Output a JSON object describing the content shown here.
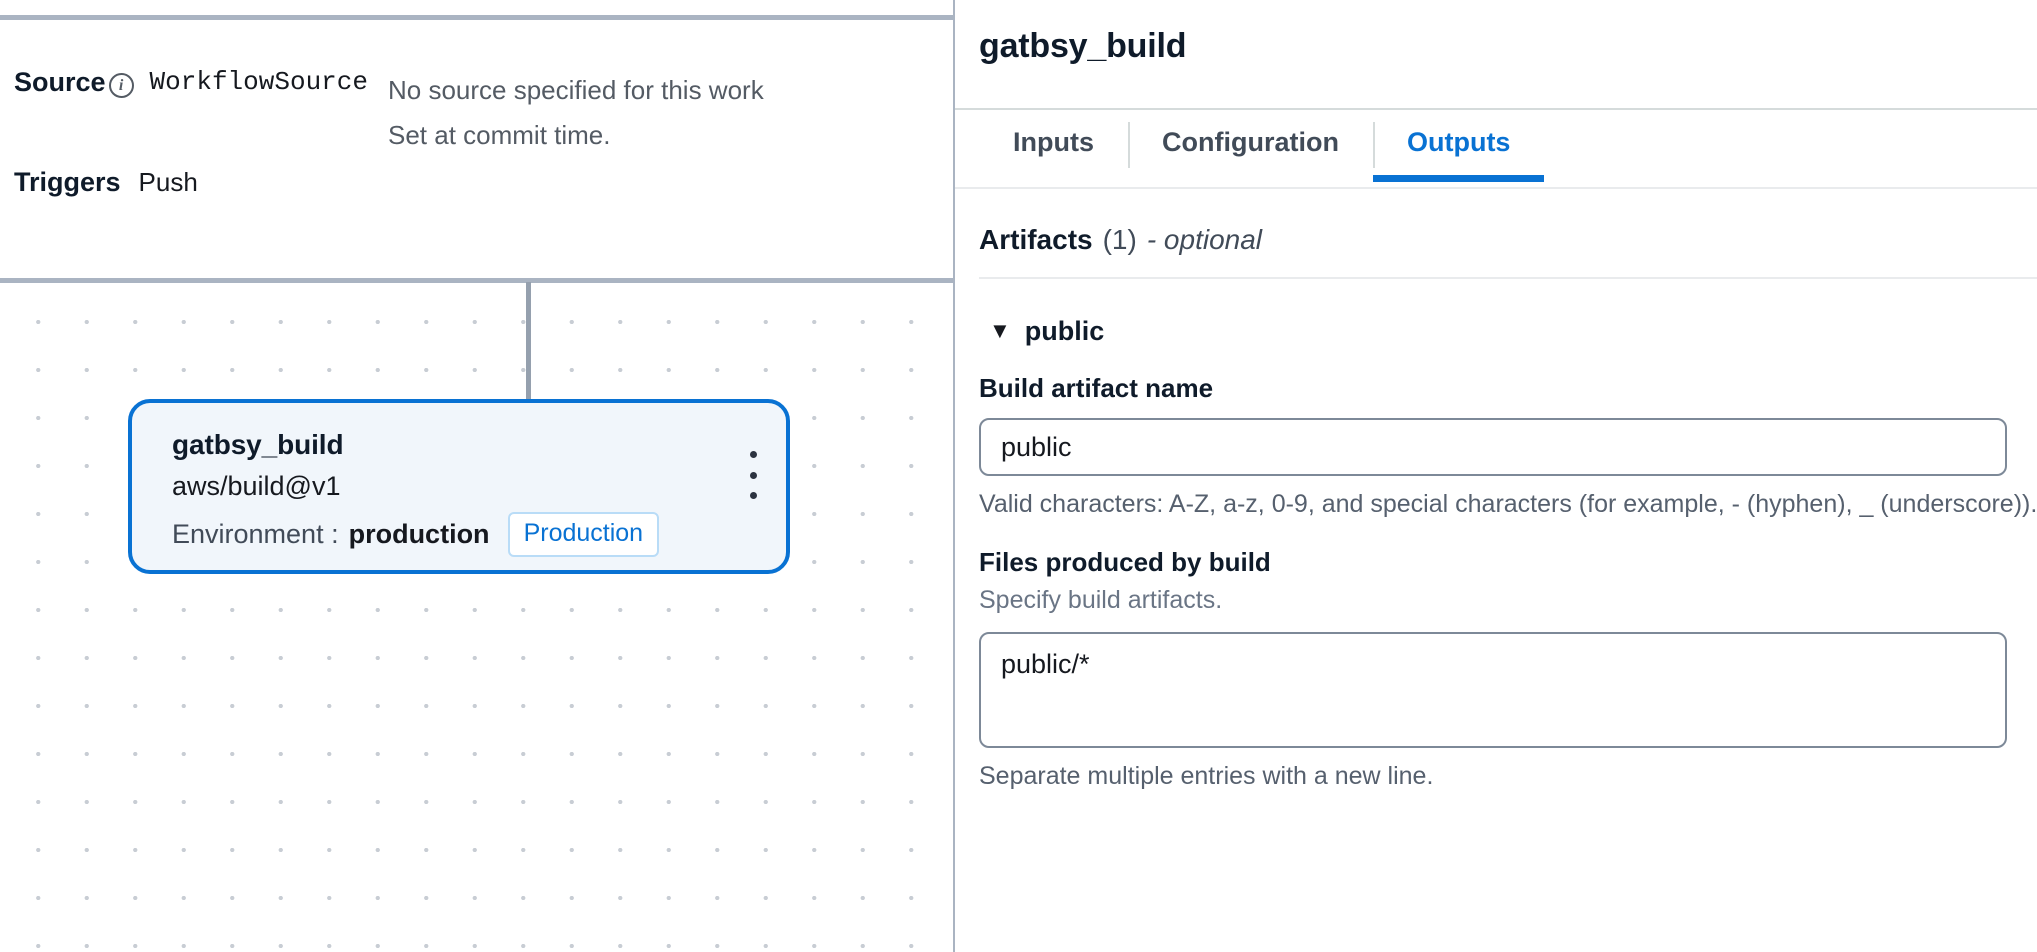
{
  "workflow": {
    "source": {
      "label": "Source",
      "info_icon": "info-icon",
      "name": "WorkflowSource",
      "description_line1": "No source specified for this work",
      "description_line2": "Set at commit time."
    },
    "triggers": {
      "label": "Triggers",
      "value": "Push"
    },
    "canvas": {
      "node": {
        "title": "gatbsy_build",
        "action": "aws/build@v1",
        "environment_label": "Environment :",
        "environment_value": "production",
        "environment_badge": "Production",
        "menu_icon": "kebab-menu-icon"
      }
    }
  },
  "panel": {
    "title": "gatbsy_build",
    "tabs": [
      {
        "label": "Inputs",
        "active": false
      },
      {
        "label": "Configuration",
        "active": false
      },
      {
        "label": "Outputs",
        "active": true
      }
    ],
    "artifacts": {
      "heading": "Artifacts",
      "count": "(1)",
      "optional": "- optional",
      "expander": {
        "caret_icon": "caret-down-icon",
        "caret_glyph": "▼",
        "label": "public"
      },
      "build_artifact_name": {
        "label": "Build artifact name",
        "value": "public",
        "placeholder": "",
        "help": "Valid characters: A-Z, a-z, 0-9, and special characters (for example, - (hyphen), _ (underscore))."
      },
      "files_produced": {
        "label": "Files produced by build",
        "sublabel": "Specify build artifacts.",
        "value": "public/*",
        "placeholder": "",
        "help": "Separate multiple entries with a new line."
      }
    }
  },
  "colors": {
    "accent": "#0972d3",
    "node_fill": "#f1f6fb",
    "border_gray": "#aab4c2",
    "text_dark": "#0f1b2a",
    "text_muted": "#545b64"
  }
}
